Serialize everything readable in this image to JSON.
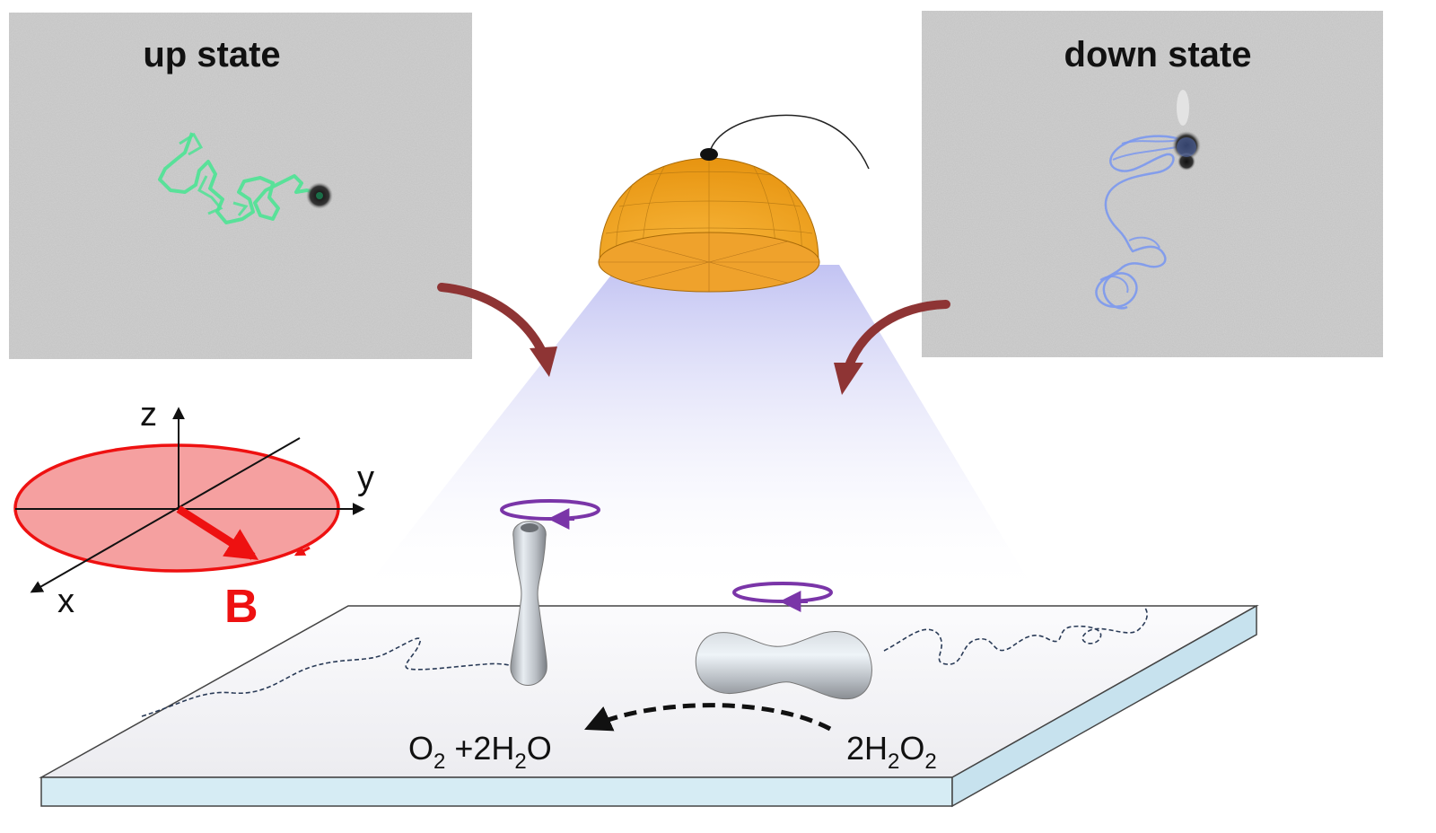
{
  "panels": {
    "up": {
      "title": "up state",
      "trace_color": "#4de394"
    },
    "down": {
      "title": "down state",
      "trace_color": "#7b98ee"
    }
  },
  "axes": {
    "z": "z",
    "y": "y",
    "x": "x",
    "field": "B"
  },
  "reaction": {
    "product_o": "O",
    "product_o_sub": "2",
    "product_rest": " +2H",
    "product_h_sub": "2",
    "product_tail": "O",
    "reactant_lead": "2H",
    "reactant_h_sub": "2",
    "reactant_o": "O",
    "reactant_o_sub": "2"
  },
  "colors": {
    "field": "#ee1111",
    "field_fill": "#f5a0a0",
    "arrow": "#8e3434",
    "rotation": "#7a35a8",
    "lamp": "#f0a421",
    "light": "#c9c9f4",
    "substrate_edge": "#d6ecf4"
  }
}
